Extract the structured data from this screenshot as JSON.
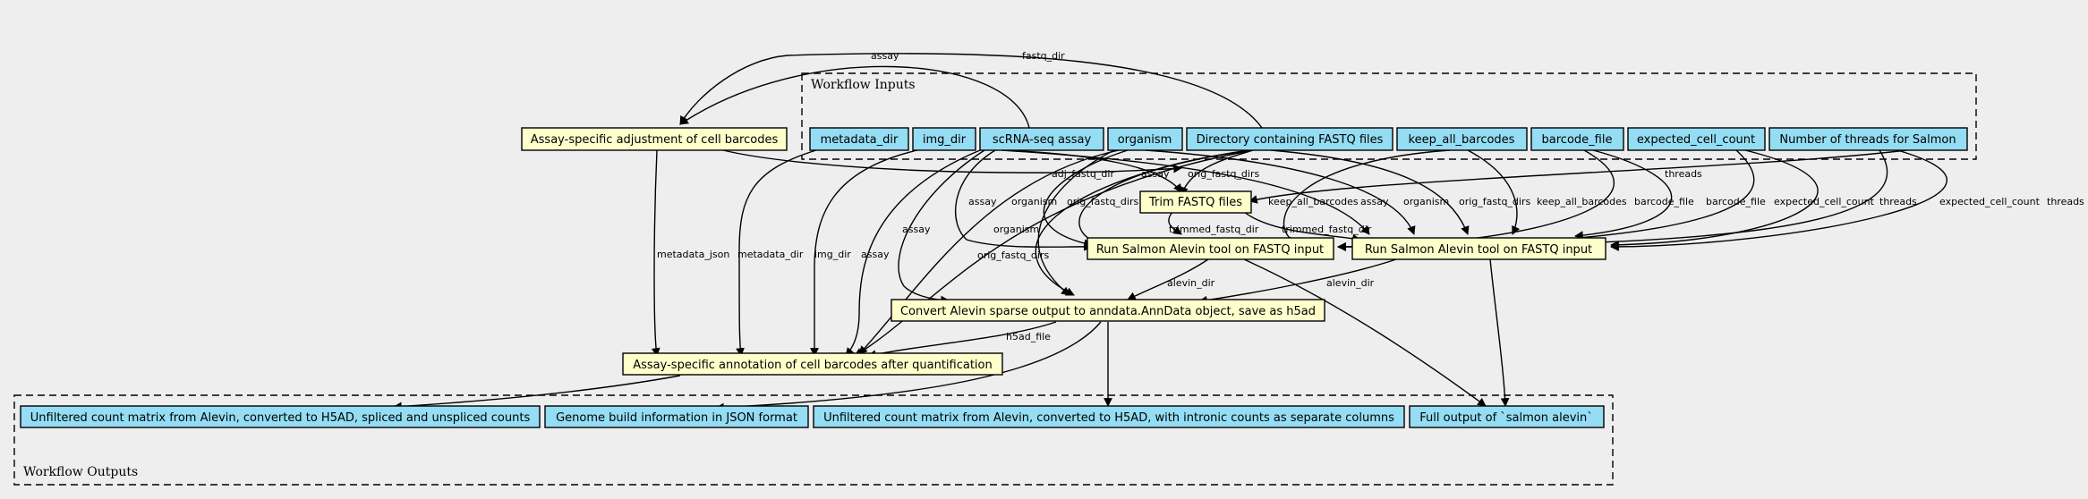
{
  "clusters": {
    "inputs": "Workflow Inputs",
    "outputs": "Workflow Outputs"
  },
  "colors": {
    "background": "#eeeeee",
    "input_fill": "#94ddf4",
    "step_fill": "#ffffcc",
    "output_fill": "#94ddf4",
    "stroke": "#000000"
  },
  "nodes": {
    "metadata_dir": "metadata_dir",
    "img_dir": "img_dir",
    "scrna_assay": "scRNA-seq assay",
    "organism": "organism",
    "fastq_dir": "Directory containing FASTQ files",
    "keep_all_barcodes": "keep_all_barcodes",
    "barcode_file": "barcode_file",
    "expected_cell_count": "expected_cell_count",
    "threads": "Number of threads for Salmon",
    "adjust_barcodes": "Assay-specific adjustment of cell barcodes",
    "trim_fastq": "Trim FASTQ files",
    "salmon_1": "Run Salmon Alevin tool on FASTQ input",
    "salmon_2": "Run Salmon Alevin tool on FASTQ input",
    "convert": "Convert Alevin sparse output to anndata.AnnData object, save as h5ad",
    "annotate": "Assay-specific annotation of cell barcodes after quantification",
    "out_spliced": "Unfiltered count matrix from Alevin, converted to H5AD, spliced and unspliced counts",
    "out_genome": "Genome build information in JSON format",
    "out_intronic": "Unfiltered count matrix from Alevin, converted to H5AD, with intronic counts as separate columns",
    "out_full": "Full output of `salmon alevin`"
  },
  "edge_labels": {
    "assay_top": "assay",
    "fastq_dir_top": "fastq_dir",
    "adj_fastq_dir": "adj_fastq_dir",
    "assay_trim": "assay",
    "orig_fastq_dirs_trim": "orig_fastq_dirs",
    "threads_trim": "threads",
    "assay_s1": "assay",
    "organism_s1": "organism",
    "orig_fastq_dirs_s1": "orig_fastq_dirs",
    "keep_all_barcodes_s1": "keep_all_barcodes",
    "assay_s2": "assay",
    "organism_s2": "organism",
    "orig_fastq_dirs_s2": "orig_fastq_dirs",
    "keep_all_barcodes_s2": "keep_all_barcodes",
    "barcode_file_s1": "barcode_file",
    "barcode_file_s2": "barcode_file",
    "expected_cell_count_s1": "expected_cell_count",
    "threads_s1": "threads",
    "expected_cell_count_s2": "expected_cell_count",
    "threads_s2": "threads",
    "trimmed_fastq_dir_1": "trimmed_fastq_dir",
    "trimmed_fastq_dir_2": "trimmed_fastq_dir",
    "organism_conv": "organism",
    "orig_fastq_dirs_conv": "orig_fastq_dirs",
    "metadata_json": "metadata_json",
    "metadata_dir": "metadata_dir",
    "img_dir": "img_dir",
    "assay_annot": "assay",
    "assay_conv": "assay",
    "alevin_dir_1": "alevin_dir",
    "alevin_dir_2": "alevin_dir",
    "h5ad_file": "h5ad_file"
  }
}
